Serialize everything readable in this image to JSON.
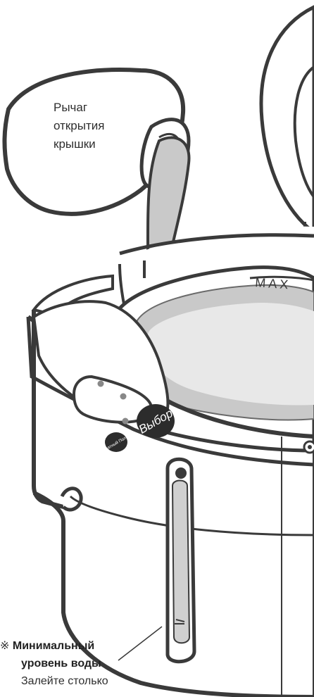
{
  "lever_label": [
    "Рычаг",
    "открытия",
    "крышки"
  ],
  "panel": {
    "select_button": "Выбор",
    "small_button": "Кратный Полив"
  },
  "max_mark": "MAX",
  "note": {
    "symbol": "※",
    "title": "Минимальный",
    "subtitle": "уровень воды",
    "text": "Залейте столько"
  }
}
